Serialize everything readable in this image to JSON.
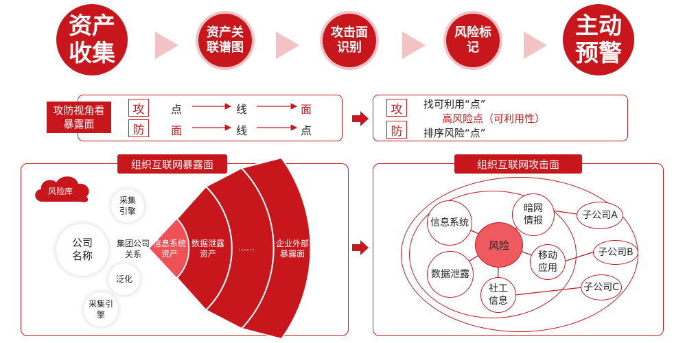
{
  "flow": {
    "step1": "资产\n收集",
    "step2": "资产关\n联谱图",
    "step3": "攻击面\n识别",
    "step4": "风险标\n记",
    "step5": "主动\n预警"
  },
  "view": {
    "title": "攻防视角看\n暴露面",
    "attack_label": "攻",
    "defense_label": "防",
    "attack_seq": [
      "点",
      "线",
      "面"
    ],
    "defense_seq": [
      "面",
      "线",
      "点"
    ],
    "right_attack_label": "攻",
    "right_defense_label": "防",
    "find_text": "找可利用“点”",
    "high_risk_text": "高风险点（可利用性）",
    "sort_text": "排序风险“点”"
  },
  "left_panel": {
    "title": "组织互联网暴露面",
    "cloud_label": "风险库",
    "company_name": "公司\n名称",
    "collect_engine": "采集\n引擎",
    "group_relation": "集团公司\n关系",
    "generalize": "泛化",
    "collect_engine2": "采集引\n擎",
    "fan_segments": [
      "信息系统\n资产",
      "数据泄露\n资产",
      "……",
      "企业外部\n暴露面"
    ]
  },
  "right_panel": {
    "title": "组织互联网攻击面",
    "center": "风险",
    "nodes": [
      "信息系统",
      "暗网\n情报",
      "移动\n应用",
      "社工\n信息",
      "数据泄露"
    ],
    "subsidiaries": [
      "子公司A",
      "子公司B",
      "子公司C"
    ]
  },
  "colors": {
    "accent": "#c8161d",
    "arrow_light": "#f2c2c4"
  }
}
